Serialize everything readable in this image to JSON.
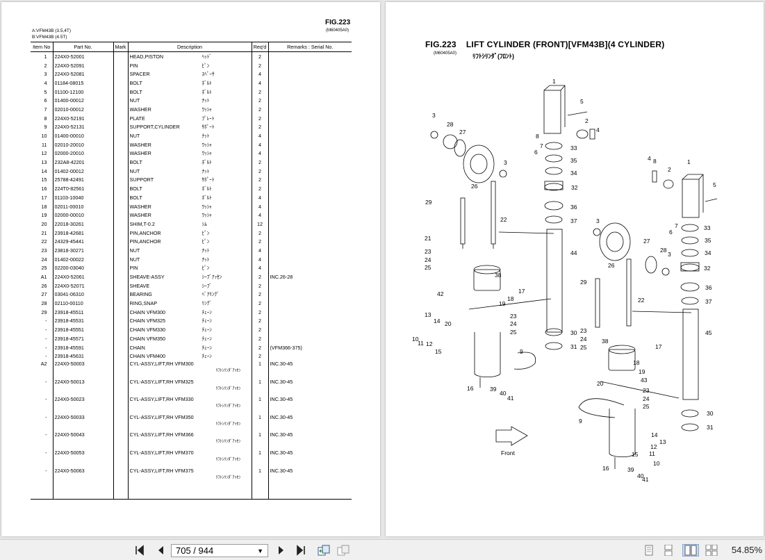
{
  "left_page": {
    "fig": "FIG.223",
    "model_a": "A:VFM43B (3.5,4T)",
    "model_b": "B:VFM43B (4.5T)",
    "code": "(M60405A0)",
    "headers": [
      "Item No",
      "Part No.",
      "Mark",
      "Description",
      "Req'd",
      "Remarks : Serial No."
    ],
    "rows": [
      {
        "item": "1",
        "part": "224X0-52001",
        "desc": "HEAD,PISTON",
        "kana": "ﾍｯﾄﾞ",
        "req": "2",
        "rem": ""
      },
      {
        "item": "2",
        "part": "224X0-52091",
        "desc": "PIN",
        "kana": "ﾋﾟﾝ",
        "req": "2",
        "rem": ""
      },
      {
        "item": "3",
        "part": "224X0-52081",
        "desc": "SPACER",
        "kana": "ｽﾍﾟｰｻ",
        "req": "4",
        "rem": ""
      },
      {
        "item": "4",
        "part": "01184-08015",
        "desc": "BOLT",
        "kana": "ﾎﾞﾙﾄ",
        "req": "4",
        "rem": ""
      },
      {
        "item": "5",
        "part": "01100-12100",
        "desc": "BOLT",
        "kana": "ﾎﾞﾙﾄ",
        "req": "2",
        "rem": ""
      },
      {
        "item": "6",
        "part": "01400-00012",
        "desc": "NUT",
        "kana": "ﾅｯﾄ",
        "req": "2",
        "rem": ""
      },
      {
        "item": "7",
        "part": "02010-00012",
        "desc": "WASHER",
        "kana": "ﾜｯｼｬ",
        "req": "2",
        "rem": ""
      },
      {
        "item": "8",
        "part": "224X0-52191",
        "desc": "PLATE",
        "kana": "ﾌﾟﾚｰﾄ",
        "req": "2",
        "rem": ""
      },
      {
        "item": "9",
        "part": "224X0-52131",
        "desc": "SUPPORT,CYLINDER",
        "kana": "ｻﾎﾟｰﾄ",
        "req": "2",
        "rem": ""
      },
      {
        "item": "10",
        "part": "01400-00010",
        "desc": "NUT",
        "kana": "ﾅｯﾄ",
        "req": "4",
        "rem": ""
      },
      {
        "item": "11",
        "part": "02010-20010",
        "desc": "WASHER",
        "kana": "ﾜｯｼｬ",
        "req": "4",
        "rem": ""
      },
      {
        "item": "12",
        "part": "02000-20010",
        "desc": "WASHER",
        "kana": "ﾜｯｼｬ",
        "req": "4",
        "rem": ""
      },
      {
        "item": "13",
        "part": "232A8-42201",
        "desc": "BOLT",
        "kana": "ﾎﾞﾙﾄ",
        "req": "2",
        "rem": ""
      },
      {
        "item": "14",
        "part": "01402-00012",
        "desc": "NUT",
        "kana": "ﾅｯﾄ",
        "req": "2",
        "rem": ""
      },
      {
        "item": "15",
        "part": "25788-42491",
        "desc": "SUPPORT",
        "kana": "ｻﾎﾟｰﾄ",
        "req": "2",
        "rem": ""
      },
      {
        "item": "16",
        "part": "224T0-82561",
        "desc": "BOLT",
        "kana": "ﾎﾞﾙﾄ",
        "req": "2",
        "rem": ""
      },
      {
        "item": "17",
        "part": "01103-10040",
        "desc": "BOLT",
        "kana": "ﾎﾞﾙﾄ",
        "req": "4",
        "rem": ""
      },
      {
        "item": "18",
        "part": "02011-00010",
        "desc": "WASHER",
        "kana": "ﾜｯｼｬ",
        "req": "4",
        "rem": ""
      },
      {
        "item": "19",
        "part": "02000-00010",
        "desc": "WASHER",
        "kana": "ﾜｯｼｬ",
        "req": "4",
        "rem": ""
      },
      {
        "item": "20",
        "part": "22018-30261",
        "desc": "SHIM,T-0.2",
        "kana": "ｼﾑ",
        "req": "12",
        "rem": ""
      },
      {
        "item": "21",
        "part": "23918-42681",
        "desc": "PIN,ANCHOR",
        "kana": "ﾋﾟﾝ",
        "req": "2",
        "rem": ""
      },
      {
        "item": "22",
        "part": "24329-45441",
        "desc": "PIN,ANCHOR",
        "kana": "ﾋﾟﾝ",
        "req": "2",
        "rem": ""
      },
      {
        "item": "23",
        "part": "23818-30271",
        "desc": "NUT",
        "kana": "ﾅｯﾄ",
        "req": "4",
        "rem": ""
      },
      {
        "item": "24",
        "part": "01402-00022",
        "desc": "NUT",
        "kana": "ﾅｯﾄ",
        "req": "4",
        "rem": ""
      },
      {
        "item": "25",
        "part": "02200-03040",
        "desc": "PIN",
        "kana": "ﾋﾟﾝ",
        "req": "4",
        "rem": ""
      },
      {
        "item": "A1",
        "part": "224X0-52061",
        "desc": "SHEAVE-ASSY",
        "kana": "ｼｰﾌﾞｱｯｾﾝ",
        "req": "2",
        "rem": "INC.26-28"
      },
      {
        "item": "26",
        "part": "224X0-52071",
        "desc": "SHEAVE",
        "kana": "ｼｰﾌﾞ",
        "req": "2",
        "rem": ""
      },
      {
        "item": "27",
        "part": "03041-06310",
        "desc": "BEARING",
        "kana": "ﾍﾞｱﾘﾝｸﾞ",
        "req": "2",
        "rem": ""
      },
      {
        "item": "28",
        "part": "02110-00110",
        "desc": "RING,SNAP",
        "kana": "ﾘﾝｸﾞ",
        "req": "2",
        "rem": ""
      },
      {
        "item": "29",
        "part": "23918-45511",
        "desc": "CHAIN  VFM300",
        "kana": "ﾁｪｰﾝ",
        "req": "2",
        "rem": ""
      },
      {
        "item": "-",
        "part": "23918-45531",
        "desc": "CHAIN  VFM325",
        "kana": "ﾁｪｰﾝ",
        "req": "2",
        "rem": ""
      },
      {
        "item": "-",
        "part": "23918-45551",
        "desc": "CHAIN  VFM330",
        "kana": "ﾁｪｰﾝ",
        "req": "2",
        "rem": ""
      },
      {
        "item": "-",
        "part": "23918-45571",
        "desc": "CHAIN  VFM350",
        "kana": "ﾁｪｰﾝ",
        "req": "2",
        "rem": ""
      },
      {
        "item": "-",
        "part": "23918-45591",
        "desc": "CHAIN",
        "kana": "ﾁｪｰﾝ",
        "req": "2",
        "rem": "(VFM366-375)"
      },
      {
        "item": "-",
        "part": "23918-45631",
        "desc": "CHAIN  VFM400",
        "kana": "ﾁｪｰﾝ",
        "req": "2",
        "rem": ""
      }
    ],
    "cyl_rows": [
      {
        "item": "A2",
        "part": "224X0-50003",
        "desc": "CYL-ASSY,LIFT,RH  VFM300",
        "sub": "ﾘﾌﾄｼﾘﾝﾀﾞｱｯｾﾝ",
        "req": "1",
        "rem": "INC.30-45"
      },
      {
        "item": "-",
        "part": "224X0-50013",
        "desc": "CYL-ASSY,LIFT,RH  VFM325",
        "sub": "ﾘﾌﾄｼﾘﾝﾀﾞｱｯｾﾝ",
        "req": "1",
        "rem": "INC.30-45"
      },
      {
        "item": "-",
        "part": "224X0-50023",
        "desc": "CYL-ASSY,LIFT,RH  VFM330",
        "sub": "ﾘﾌﾄｼﾘﾝﾀﾞｱｯｾﾝ",
        "req": "1",
        "rem": "INC.30-45"
      },
      {
        "item": "-",
        "part": "224X0-50033",
        "desc": "CYL-ASSY,LIFT,RH  VFM350",
        "sub": "ﾘﾌﾄｼﾘﾝﾀﾞｱｯｾﾝ",
        "req": "1",
        "rem": "INC.30-45"
      },
      {
        "item": "-",
        "part": "224X0-50043",
        "desc": "CYL-ASSY,LIFT,RH  VFM366",
        "sub": "ﾘﾌﾄｼﾘﾝﾀﾞｱｯｾﾝ",
        "req": "1",
        "rem": "INC.30-45"
      },
      {
        "item": "-",
        "part": "224X0-50053",
        "desc": "CYL-ASSY,LIFT,RH  VFM370",
        "sub": "ﾘﾌﾄｼﾘﾝﾀﾞｱｯｾﾝ",
        "req": "1",
        "rem": "INC.30-45"
      },
      {
        "item": "-",
        "part": "224X0-50063",
        "desc": "CYL-ASSY,LIFT,RH  VFM375",
        "sub": "ﾘﾌﾄｼﾘﾝﾀﾞｱｯｾﾝ",
        "req": "1",
        "rem": "INC.30-45"
      }
    ]
  },
  "right_page": {
    "fig": "FIG.223",
    "title": "LIFT CYLINDER (FRONT)[VFM43B](4 CYLINDER)",
    "code": "(M60405A0)",
    "subtitle_jp": "ﾘﾌﾄｼﾘﾝﾀﾞ(ﾌﾛﾝﾄ)",
    "front_label": "Front",
    "callouts_left": [
      "1",
      "5",
      "2",
      "4",
      "3",
      "28",
      "27",
      "6",
      "7",
      "8",
      "33",
      "35",
      "34",
      "26",
      "3",
      "32",
      "36",
      "37",
      "29",
      "22",
      "21",
      "44",
      "23",
      "24",
      "25",
      "38",
      "42",
      "17",
      "18",
      "19",
      "13",
      "14",
      "20",
      "23",
      "24",
      "25",
      "10",
      "11",
      "12",
      "15",
      "30",
      "31",
      "9",
      "16",
      "39",
      "40",
      "41"
    ],
    "callouts_right": [
      "4",
      "8",
      "2",
      "1",
      "5",
      "6",
      "7",
      "33",
      "35",
      "34",
      "3",
      "27",
      "28",
      "32",
      "3",
      "26",
      "36",
      "37",
      "29",
      "22",
      "45",
      "23",
      "24",
      "25",
      "38",
      "17",
      "18",
      "19",
      "43",
      "20",
      "23",
      "24",
      "25",
      "9",
      "30",
      "31",
      "14",
      "13",
      "15",
      "12",
      "11",
      "10",
      "16",
      "39",
      "40",
      "41"
    ]
  },
  "toolbar": {
    "page_value": "705 / 944",
    "zoom": "54.85%"
  }
}
